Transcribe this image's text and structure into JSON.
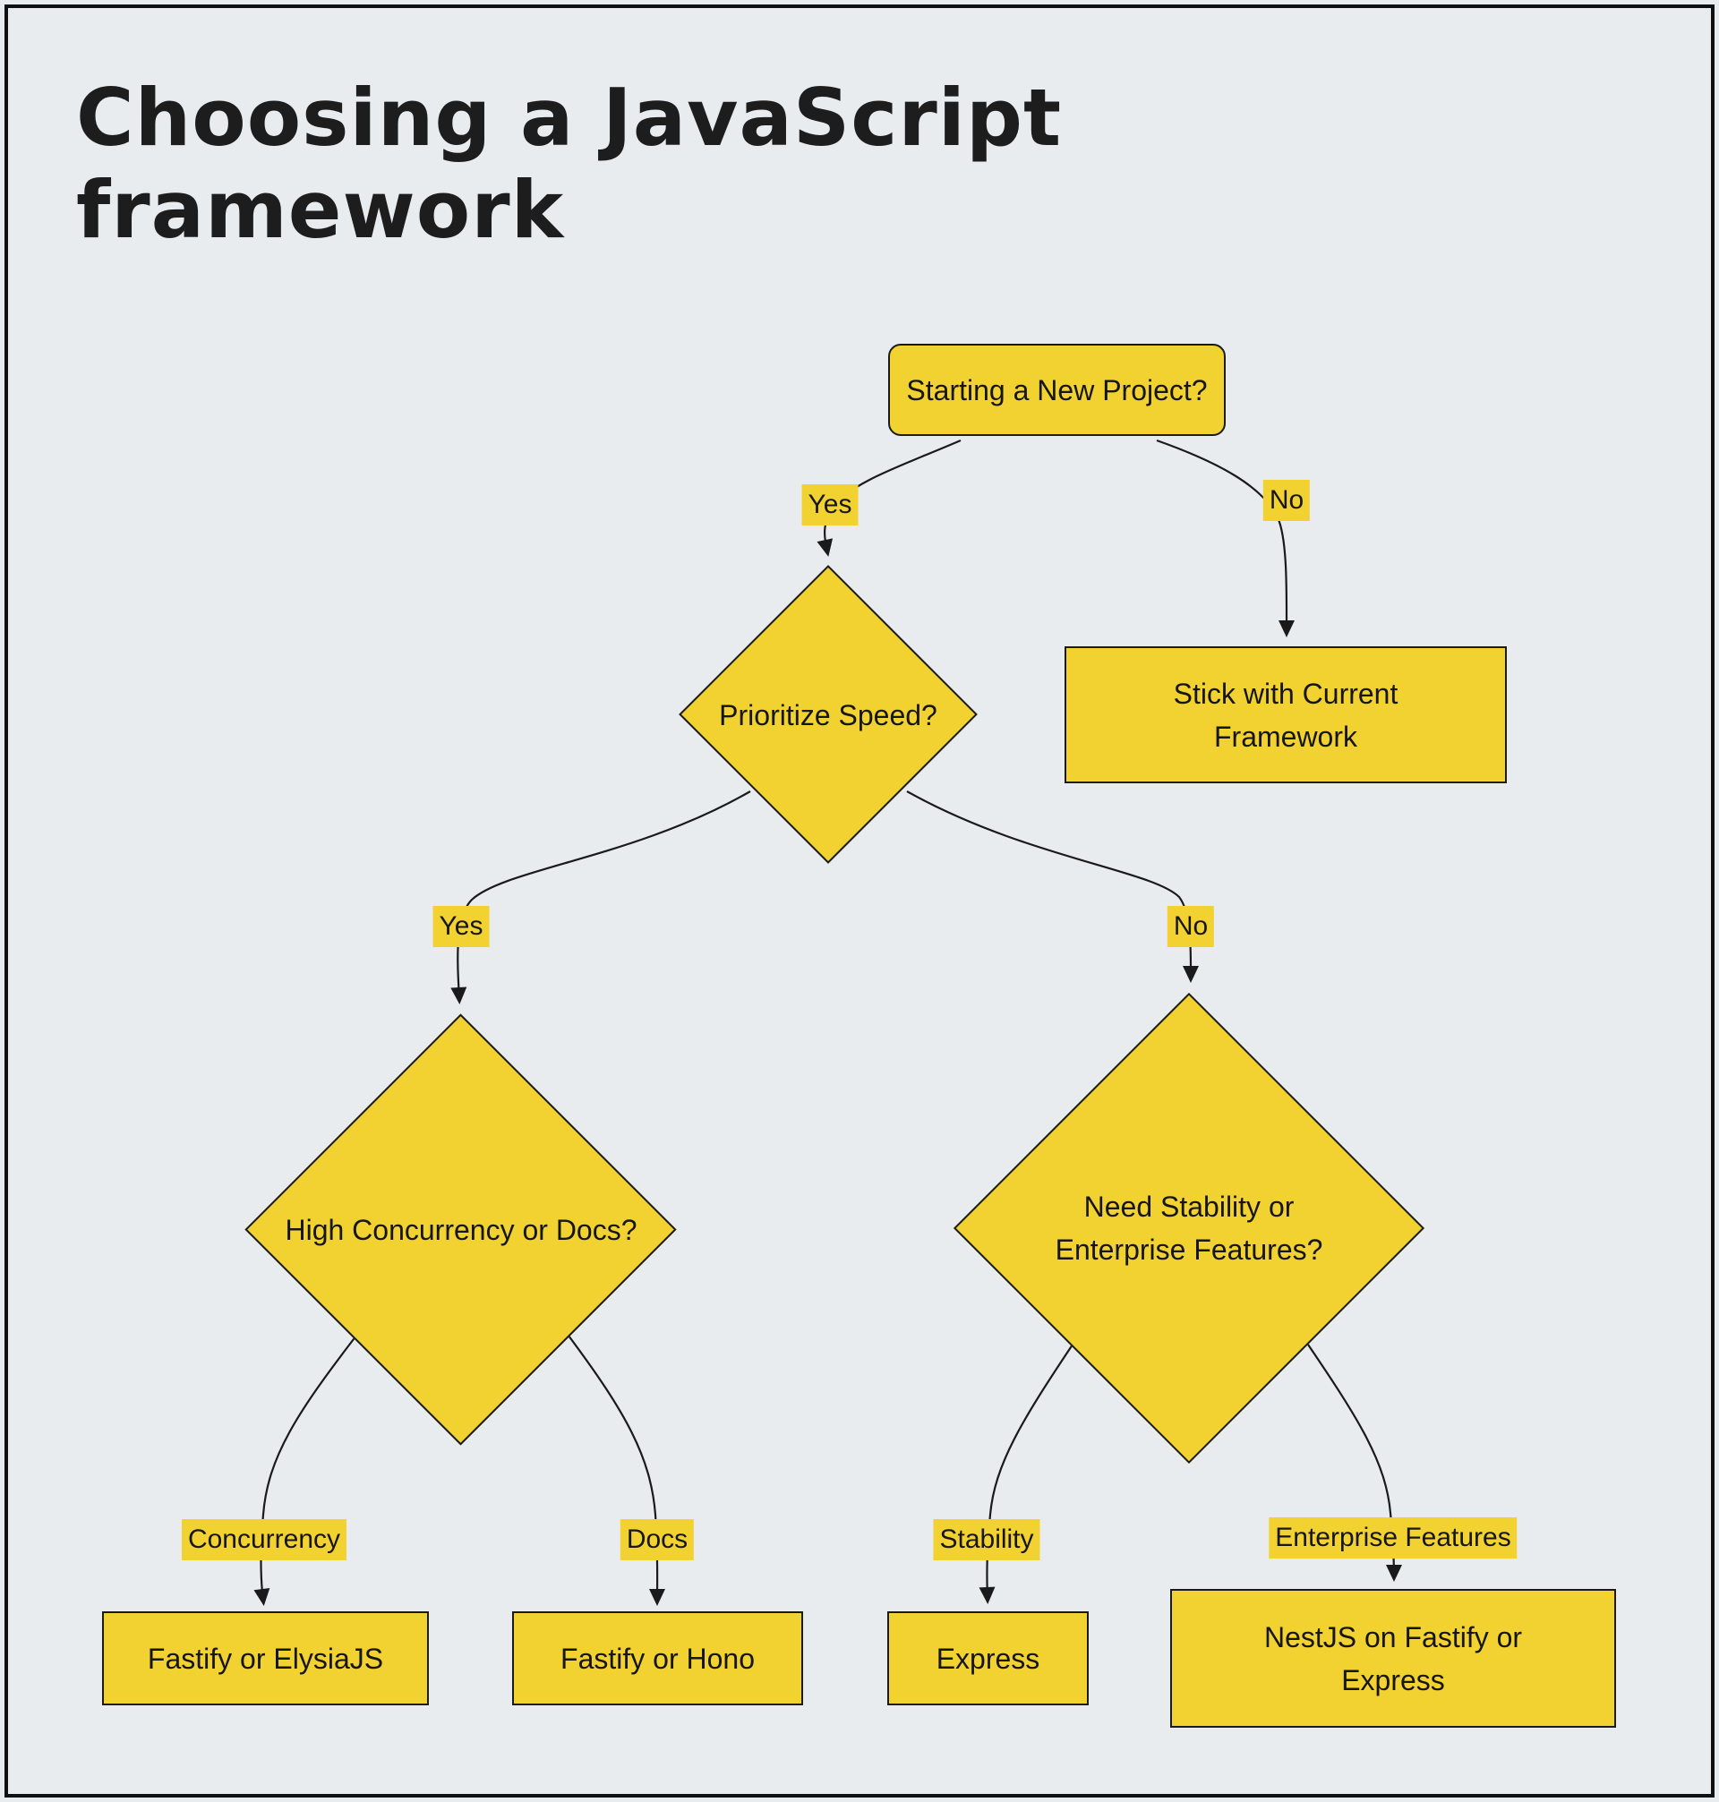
{
  "title": "Choosing a JavaScript framework",
  "diagram": {
    "nodes": {
      "start": {
        "label": "Starting a New Project?"
      },
      "speed": {
        "label": "Prioritize Speed?"
      },
      "stick": {
        "line1": "Stick with Current",
        "line2": "Framework"
      },
      "concurrency_docs": {
        "label": "High Concurrency or Docs?"
      },
      "stability_enterprise": {
        "line1": "Need Stability or",
        "line2": "Enterprise Features?"
      },
      "fastify_elysia": {
        "label": "Fastify or ElysiaJS"
      },
      "fastify_hono": {
        "label": "Fastify or Hono"
      },
      "express": {
        "label": "Express"
      },
      "nestjs": {
        "line1": "NestJS on Fastify or",
        "line2": "Express"
      }
    },
    "edge_labels": {
      "start_yes": "Yes",
      "start_no": "No",
      "speed_yes": "Yes",
      "speed_no": "No",
      "concurrency": "Concurrency",
      "docs": "Docs",
      "stability": "Stability",
      "enterprise": "Enterprise Features"
    }
  },
  "colors": {
    "background": "#E9ECEF",
    "node_fill": "#F2D230",
    "node_border": "#1A1A1A",
    "edge": "#1A1A1A",
    "text": "#161616"
  }
}
